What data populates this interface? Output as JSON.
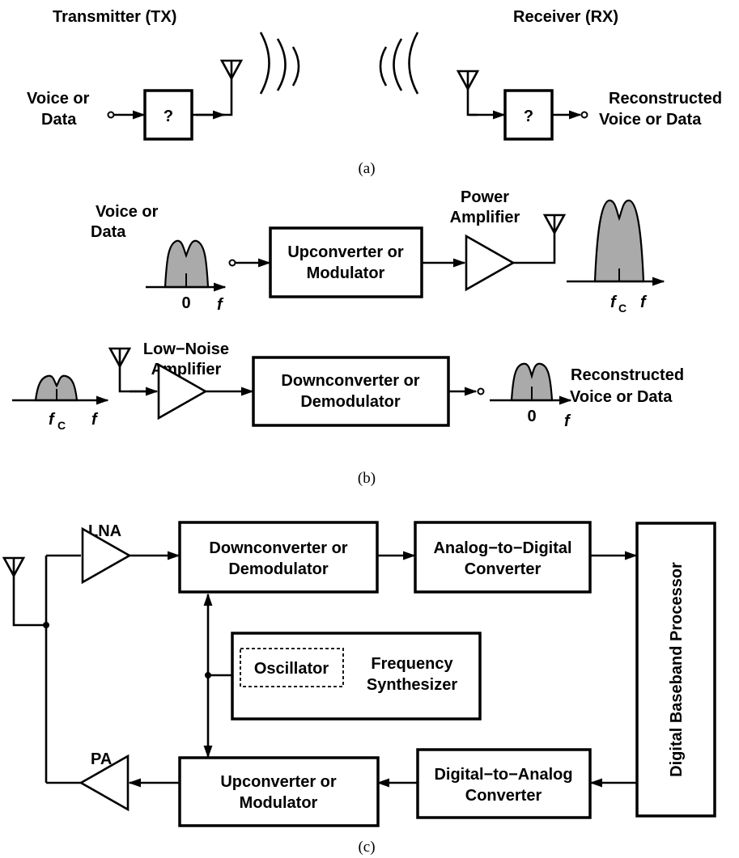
{
  "a": {
    "tx_title": "Transmitter (TX)",
    "rx_title": "Receiver (RX)",
    "input_1": "Voice or",
    "input_2": "Data",
    "tx_box": "?",
    "rx_box": "?",
    "output_1": "Reconstructed",
    "output_2": "Voice or Data",
    "caption": "(a)"
  },
  "b": {
    "tx_input_1": "Voice or",
    "tx_input_2": "Data",
    "upconv_1": "Upconverter or",
    "upconv_2": "Modulator",
    "pa_1": "Power",
    "pa_2": "Amplifier",
    "lna_1": "Low−Noise",
    "lna_2": "Amplifier",
    "downconv_1": "Downconverter or",
    "downconv_2": "Demodulator",
    "output_1": "Reconstructed",
    "output_2": "Voice or Data",
    "zero": "0",
    "f": "f",
    "fc_f": "f",
    "fc_sub": "C",
    "caption": "(b)"
  },
  "c": {
    "lna": "LNA",
    "pa": "PA",
    "downconv_1": "Downconverter or",
    "downconv_2": "Demodulator",
    "adc_1": "Analog−to−Digital",
    "adc_2": "Converter",
    "dbp": "Digital Baseband Processor",
    "oscillator": "Oscillator",
    "synth_1": "Frequency",
    "synth_2": "Synthesizer",
    "upconv_1": "Upconverter or",
    "upconv_2": "Modulator",
    "dac_1": "Digital−to−Analog",
    "dac_2": "Converter",
    "caption": "(c)"
  }
}
